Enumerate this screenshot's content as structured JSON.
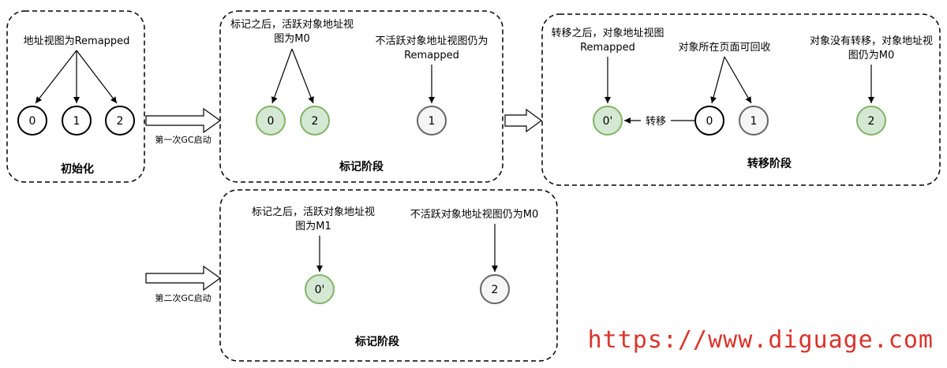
{
  "panels": {
    "init": {
      "title": "初始化",
      "label": "地址视图为Remapped",
      "nodes": [
        "0",
        "1",
        "2"
      ]
    },
    "mark1": {
      "title": "标记阶段",
      "label_live_line1": "标记之后，活跃对象地址视",
      "label_live_line2": "图为M0",
      "label_dead_line1": "不活跃对象地址视图仍为",
      "label_dead_line2": "Remapped",
      "nodes": [
        "0",
        "2",
        "1"
      ]
    },
    "relocate": {
      "title": "转移阶段",
      "label_moved_line1": "转移之后，对象地址视图",
      "label_moved_line2": "Remapped",
      "label_page": "对象所在页面可回收",
      "label_unmoved_line1": "对象没有转移，对象地址视",
      "label_unmoved_line2": "图仍为M0",
      "edge_label": "转移",
      "nodes": [
        "0'",
        "0",
        "1",
        "2"
      ]
    },
    "mark2": {
      "title": "标记阶段",
      "label_live_line1": "标记之后，活跃对象地址视",
      "label_live_line2": "图为M1",
      "label_dead": "不活跃对象地址视图仍为M0",
      "nodes": [
        "0'",
        "2"
      ]
    }
  },
  "arrows": {
    "first_gc": "第一次GC启动",
    "second_gc": "第二次GC启动"
  },
  "watermark": "https://www.diguage.com"
}
